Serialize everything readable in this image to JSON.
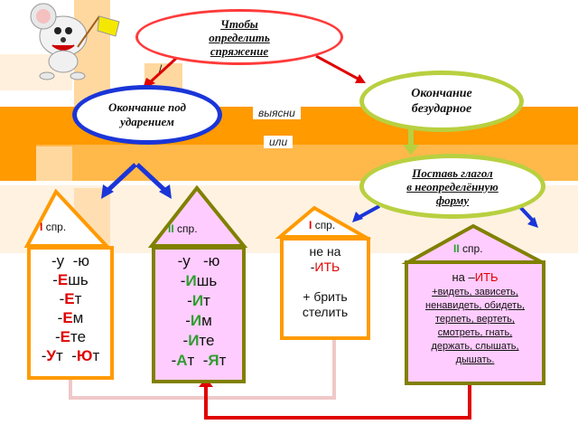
{
  "top_oval": {
    "line1": "Чтобы",
    "line2": "определить",
    "line3": "спряжение"
  },
  "left_oval": {
    "line1": "Окончание под",
    "line2": "ударением"
  },
  "right_oval": {
    "line1": "Окончание",
    "line2": "безударное"
  },
  "bottom_oval": {
    "line1": "Поставь глагол",
    "line2": "в неопределённую",
    "line3": "форму"
  },
  "labels": {
    "find_out": "выясни",
    "or": "или",
    "tick": "`\n/"
  },
  "house_1": {
    "roman": "I",
    "conj": "спр.",
    "rows": [
      {
        "parts": [
          {
            "t": "-у  -ю",
            "c": "black"
          }
        ]
      },
      {
        "parts": [
          {
            "t": "-",
            "c": "black"
          },
          {
            "t": "Е",
            "c": "red"
          },
          {
            "t": "шь",
            "c": "black"
          }
        ]
      },
      {
        "parts": [
          {
            "t": "-",
            "c": "black"
          },
          {
            "t": "Е",
            "c": "red"
          },
          {
            "t": "т",
            "c": "black"
          }
        ]
      },
      {
        "parts": [
          {
            "t": "-",
            "c": "black"
          },
          {
            "t": "Е",
            "c": "red"
          },
          {
            "t": "м",
            "c": "black"
          }
        ]
      },
      {
        "parts": [
          {
            "t": "-",
            "c": "black"
          },
          {
            "t": "Е",
            "c": "red"
          },
          {
            "t": "те",
            "c": "black"
          }
        ]
      },
      {
        "parts": [
          {
            "t": "-",
            "c": "black"
          },
          {
            "t": "У",
            "c": "red"
          },
          {
            "t": "т  -",
            "c": "black"
          },
          {
            "t": "Ю",
            "c": "red"
          },
          {
            "t": "т",
            "c": "black"
          }
        ]
      }
    ]
  },
  "house_2": {
    "roman": "II",
    "conj": "спр.",
    "rows": [
      {
        "parts": [
          {
            "t": "-у   -ю",
            "c": "black"
          }
        ]
      },
      {
        "parts": [
          {
            "t": "-",
            "c": "black"
          },
          {
            "t": "И",
            "c": "green"
          },
          {
            "t": "шь",
            "c": "black"
          }
        ]
      },
      {
        "parts": [
          {
            "t": "-",
            "c": "black"
          },
          {
            "t": "И",
            "c": "green"
          },
          {
            "t": "т",
            "c": "black"
          }
        ]
      },
      {
        "parts": [
          {
            "t": "-",
            "c": "black"
          },
          {
            "t": "И",
            "c": "green"
          },
          {
            "t": "м",
            "c": "black"
          }
        ]
      },
      {
        "parts": [
          {
            "t": "-",
            "c": "black"
          },
          {
            "t": "И",
            "c": "green"
          },
          {
            "t": "те",
            "c": "black"
          }
        ]
      },
      {
        "parts": [
          {
            "t": "-",
            "c": "black"
          },
          {
            "t": "А",
            "c": "green"
          },
          {
            "t": "т  -",
            "c": "black"
          },
          {
            "t": "Я",
            "c": "green"
          },
          {
            "t": "т",
            "c": "black"
          }
        ]
      }
    ]
  },
  "house_3": {
    "roman": "I",
    "conj": "спр.",
    "line1": "не на",
    "line2_prefix": "-",
    "line2_red": "ИТЬ",
    "line3": "+ брить",
    "line4": "стелить"
  },
  "house_4": {
    "roman": "II",
    "conj": "спр.",
    "line1_prefix": "на –",
    "line1_red": "ИТЬ",
    "lines": [
      "+видеть, зависеть,",
      "ненавидеть, обидеть,",
      "терпеть, вертеть,",
      "смотреть, гнать,",
      "держать, слышать,",
      "дышать."
    ]
  },
  "colors": {
    "orange": "#ff9a00",
    "light_orange": "#ffd8a0",
    "red": "#e00000",
    "green": "#2e9e2e",
    "blue": "#1a35d8",
    "olive": "#808000",
    "pink_fill": "#ffccff",
    "yellow_green": "#b8d040"
  }
}
